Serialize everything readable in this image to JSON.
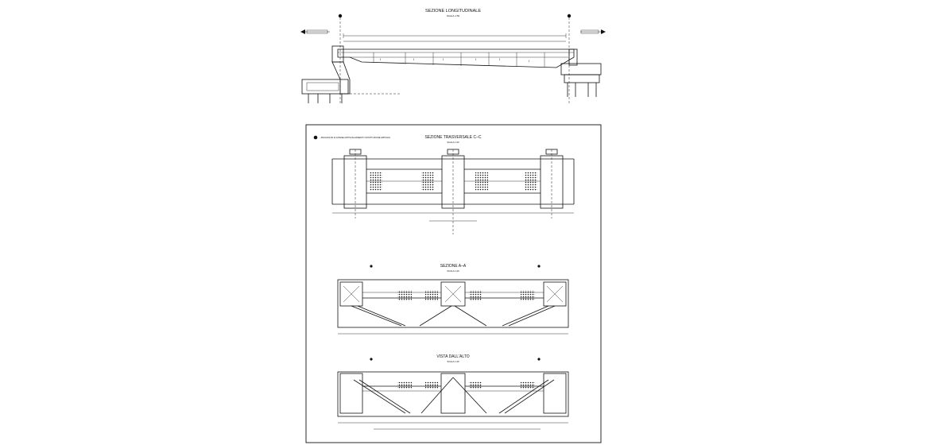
{
  "drawing": {
    "longitudinal": {
      "title": "SEZIONE LONGITUDINALE",
      "scale": "SCALA 1:50"
    },
    "sheet": {
      "note": "– BAGGIOLINI E CATENE ANTISCALZAMENTO SOSTITUZIONE APPOGGI"
    },
    "section_cc": {
      "title": "SEZIONE TRASVERSALE C–C",
      "scale": "SCALA 1:20"
    },
    "section_aa": {
      "title": "SEZIONE A–A",
      "scale": "SCALA 1:20"
    },
    "top_view": {
      "title": "VISTA DALL'ALTO",
      "scale": "SCALA 1:20"
    }
  }
}
